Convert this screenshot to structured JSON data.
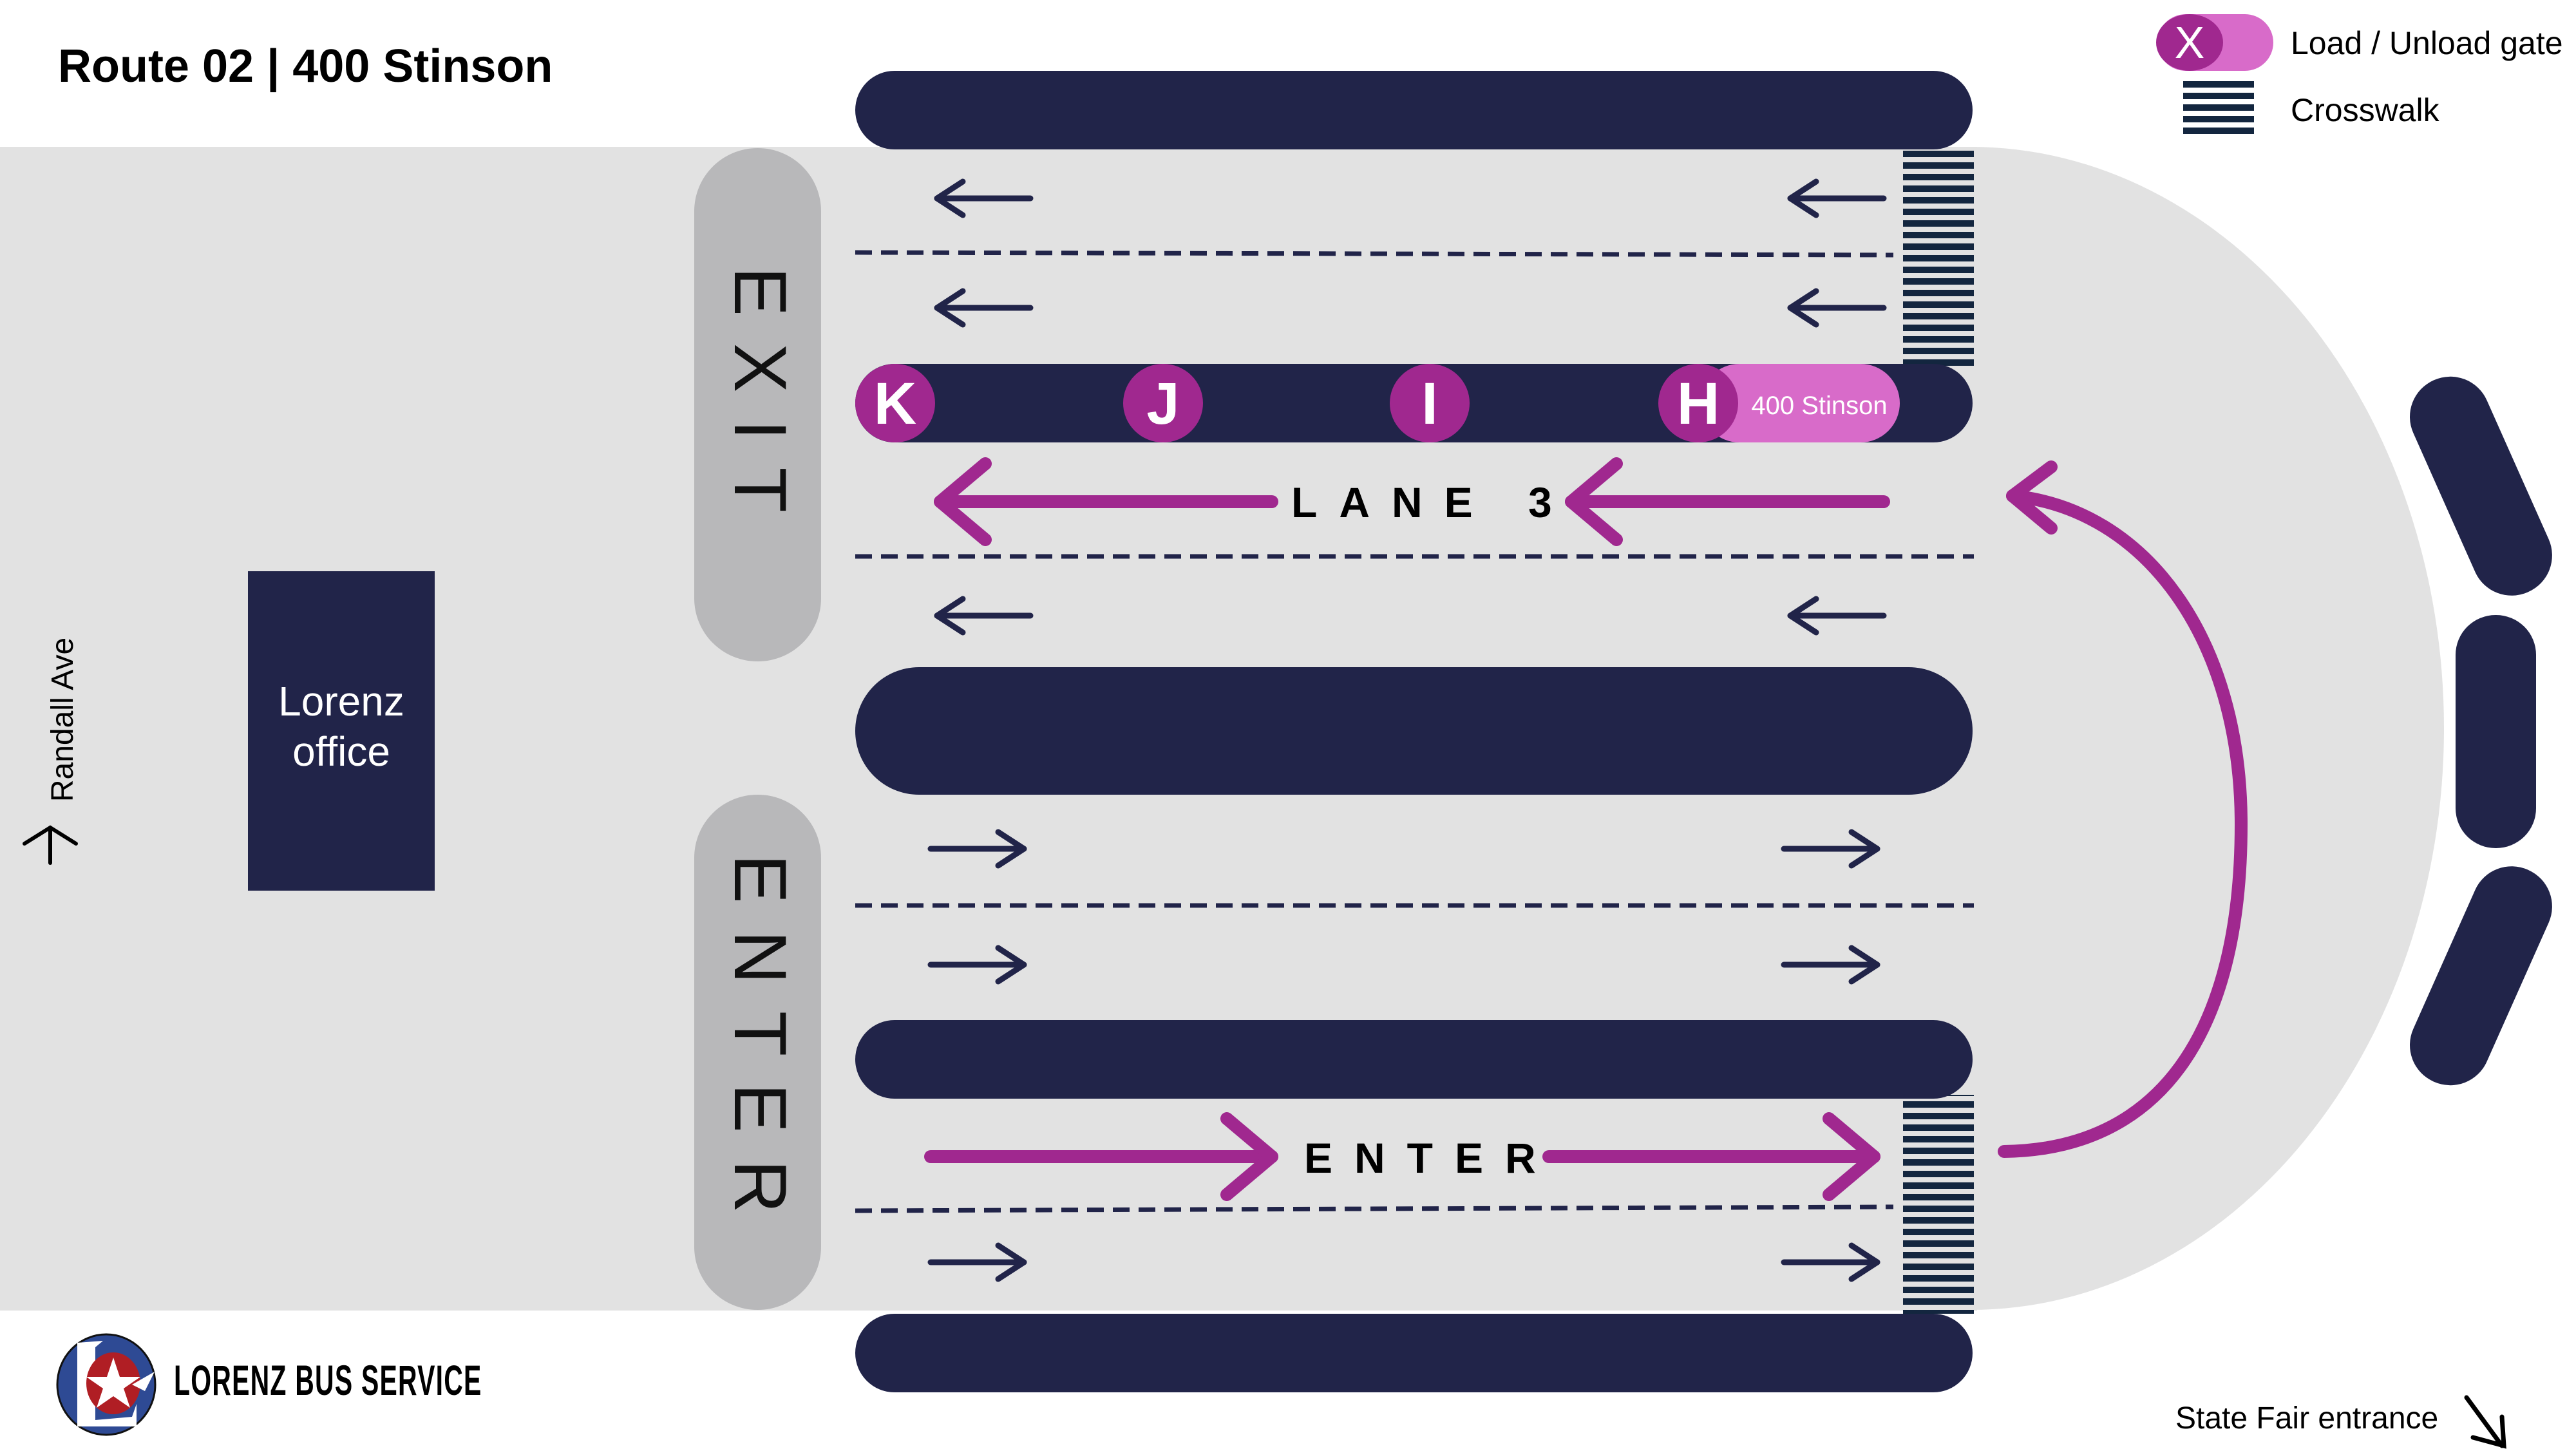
{
  "header": {
    "title": "Route 02 | 400 Stinson"
  },
  "legend": {
    "items": [
      {
        "icon": "gate-marker-icon",
        "symbol": "X",
        "label": "Load / Unload gate"
      },
      {
        "icon": "crosswalk-icon",
        "label": "Crosswalk"
      }
    ]
  },
  "colors": {
    "navy": "#212449",
    "purple": "#A0288F",
    "pink": "#D86BC9",
    "lot_gray": "#E2E2E2",
    "pill_gray": "#B8B8BA",
    "crosswalk": "#13263F"
  },
  "pills": {
    "exit": "EXIT",
    "enter": "ENTER"
  },
  "office": {
    "line1": "Lorenz",
    "line2": "office"
  },
  "lanes": {
    "lane3_label": "LANE 3",
    "enter_label": "ENTER"
  },
  "gates": [
    {
      "letter": "K"
    },
    {
      "letter": "J"
    },
    {
      "letter": "I"
    },
    {
      "letter": "H",
      "label": "400 Stinson",
      "active": true
    }
  ],
  "streets": {
    "west": "Randall Ave",
    "southeast": "State Fair entrance"
  },
  "brand": {
    "name": "LORENZ BUS SERVICE"
  }
}
